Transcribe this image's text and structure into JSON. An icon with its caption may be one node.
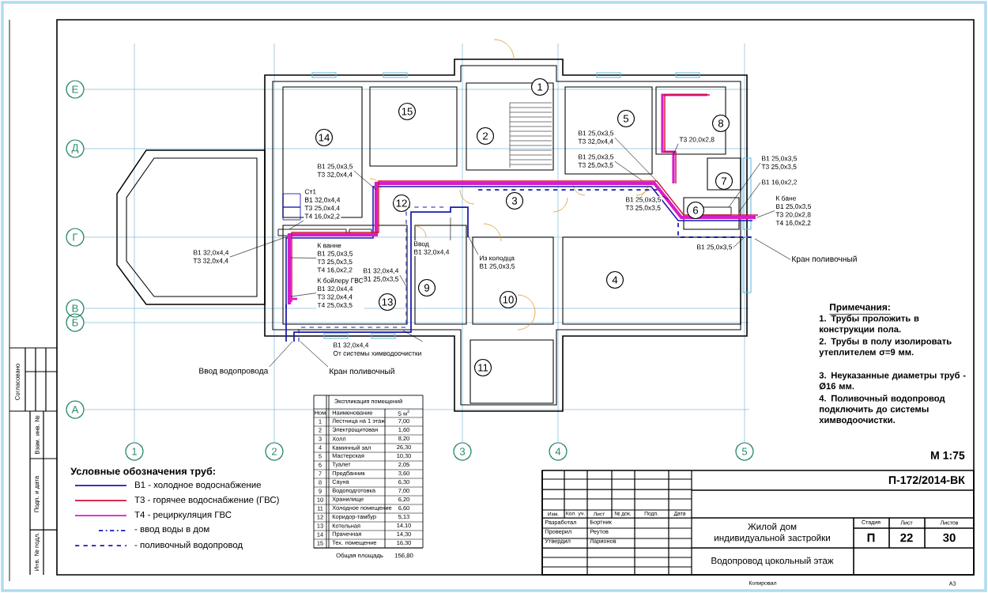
{
  "diagram": {
    "nodes": [
      {
        "text": [
          "Е"
        ]
      },
      {
        "text": [
          "Д"
        ]
      },
      {
        "text": [
          "Г"
        ]
      },
      {
        "text": [
          "В"
        ]
      },
      {
        "text": [
          "Б"
        ]
      },
      {
        "text": [
          "А"
        ]
      },
      {
        "text": [
          "1"
        ]
      },
      {
        "text": [
          "2"
        ]
      },
      {
        "text": [
          "3"
        ]
      },
      {
        "text": [
          "4"
        ]
      },
      {
        "text": [
          "5"
        ]
      },
      {
        "text": [
          "1"
        ]
      },
      {
        "text": [
          "2"
        ]
      },
      {
        "text": [
          "3"
        ]
      },
      {
        "text": [
          "4"
        ]
      },
      {
        "text": [
          "5"
        ]
      },
      {
        "text": [
          "6"
        ]
      },
      {
        "text": [
          "7"
        ]
      },
      {
        "text": [
          "8"
        ]
      },
      {
        "text": [
          "9"
        ]
      },
      {
        "text": [
          "10"
        ]
      },
      {
        "text": [
          "11"
        ]
      },
      {
        "text": [
          "12"
        ]
      },
      {
        "text": [
          "13"
        ]
      },
      {
        "text": [
          "14"
        ]
      },
      {
        "text": [
          "15"
        ]
      },
      {
        "text": [
          "Ст1",
          "В1 32,0х4,4",
          "Т3 25,0х4,4",
          "Т4 16,0х2,2"
        ]
      },
      {
        "text": [
          "В1 25,0х3,5",
          "Т3 32,0х4,4"
        ]
      },
      {
        "text": [
          "В1 32,0х4,4",
          "Т3 32,0х4,4"
        ]
      },
      {
        "text": [
          "К ванне",
          "В1 25,0х3,5",
          "Т3 25,0х3,5",
          "Т4 16,0х2,2"
        ]
      },
      {
        "text": [
          "В1 32,0х4,4",
          "В1 25,0х3,5"
        ]
      },
      {
        "text": [
          "К бойлеру ГВС",
          "В1 32,0х4,4",
          "Т3 32,0х4,4",
          "Т4 25,0х3,5"
        ]
      },
      {
        "text": [
          "Ввод",
          "В1 32,0х4,4"
        ]
      },
      {
        "text": [
          "В1 32,0х4,4",
          "От системы химводоочистки"
        ]
      },
      {
        "text": [
          "Из колодца",
          "В1 25,0х3,5"
        ]
      },
      {
        "text": [
          "В1 25,0х3,5",
          "Т3 32,0х4,4"
        ]
      },
      {
        "text": [
          "В1 25,0х3,5",
          "Т3 25,0х3,5"
        ]
      },
      {
        "text": [
          "В1 25,0х3,5",
          "Т3 25,0х3,5"
        ]
      },
      {
        "text": [
          "Т3 20,0х2,8"
        ]
      },
      {
        "text": [
          "В1 25,0х3,5",
          "Т3 25,0х3,5"
        ]
      },
      {
        "text": [
          "В1 16,0х2,2"
        ]
      },
      {
        "text": [
          "К бане",
          "В1 25,0х3,5",
          "Т3 20,0х2,8",
          "Т4 16,0х2,2"
        ]
      },
      {
        "text": [
          "В1 25,0х3,5"
        ]
      },
      {
        "text": [
          "Кран поливочный"
        ]
      },
      {
        "text": [
          "Кран поливочный"
        ]
      },
      {
        "text": [
          "Ввод водопровода"
        ]
      }
    ],
    "edges": [
      {
        "from": 26,
        "to": null,
        "arrow": "none"
      },
      {
        "from": 27,
        "to": null,
        "arrow": "none"
      },
      {
        "from": 28,
        "to": null,
        "arrow": "none"
      },
      {
        "from": 29,
        "to": null,
        "arrow": "none"
      },
      {
        "from": 30,
        "to": null,
        "arrow": "none"
      },
      {
        "from": 31,
        "to": null,
        "arrow": "none"
      },
      {
        "from": 32,
        "to": null,
        "arrow": "none"
      },
      {
        "from": 33,
        "to": null,
        "arrow": "none"
      },
      {
        "from": 34,
        "to": null,
        "arrow": "none"
      },
      {
        "from": 35,
        "to": null,
        "arrow": "none"
      },
      {
        "from": 36,
        "to": null,
        "arrow": "none"
      },
      {
        "from": 37,
        "to": null,
        "arrow": "none"
      },
      {
        "from": 38,
        "to": null,
        "arrow": "none"
      },
      {
        "from": 39,
        "to": null,
        "arrow": "none"
      },
      {
        "from": 40,
        "to": null,
        "arrow": "none"
      },
      {
        "from": 41,
        "to": null,
        "arrow": "none"
      },
      {
        "from": 42,
        "to": null,
        "arrow": "none"
      },
      {
        "from": 43,
        "to": null,
        "arrow": "none"
      },
      {
        "from": 44,
        "to": null,
        "arrow": "none"
      },
      {
        "from": 45,
        "to": null,
        "arrow": "none"
      }
    ],
    "labels": [
      "Примечания:",
      "1. Трубы проложить в конструкции пола.",
      "2. Трубы в полу изолировать утеплителем σ=9 мм.",
      "3. Неуказанные диаметры труб - Ø16 мм.",
      "4. Поливочный водопровод подключить до системы химводоочистки.",
      "М 1:75",
      "Условные обозначения труб:",
      "Экспликация помещений",
      "Ном",
      "Наименование",
      "S м$^{2}$",
      "1",
      "Лестница на 1 этаж",
      "7,00",
      "2",
      "Электрощитовая",
      "1,60",
      "3",
      "Холл",
      "8,20",
      "4",
      "Каминный зал",
      "26,30",
      "5",
      "Мастерская",
      "10,30",
      "6",
      "Туалет",
      "2,05",
      "7",
      "Предбанник",
      "3,60",
      "8",
      "Сауна",
      "6,30",
      "9",
      "Водоподготовка",
      "7,00",
      "10",
      "Хранилище",
      "6,20",
      "11",
      "Холодное помещение",
      "6,60",
      "12",
      "Коридор-тамбур",
      "5,13",
      "13",
      "Котельная",
      "14,10",
      "14",
      "Прачечная",
      "14,30",
      "15",
      "Тех. помещение",
      "16,30",
      "Общая площадь",
      "156,80",
      "П-172/2014-ВК",
      "Изм.",
      "Кол. уч.",
      "Лист",
      "№ док.",
      "Подп.",
      "Дата",
      "Разработал",
      "Бортник",
      "Проверил",
      "Реутов",
      "Утвердил",
      "Ларионов",
      "Жилой дом индивидуальной застройки",
      "Стадия",
      "Лист",
      "Листов",
      "П",
      "22",
      "30",
      "Водопровод цокольный этаж",
      "Копировал",
      "А3",
      "Согласовано",
      "Взам. инв. №",
      "Подп. и дата",
      "Инв. № подл."
    ],
    "legend": [
      {
        "text": "В1 - холодное водоснабжение"
      },
      {
        "text": "Т3 - горячее водоснабжение (ГВС)"
      },
      {
        "text": "Т4 - рециркуляция ГВС"
      },
      {
        "text": "- ввод воды в дом"
      },
      {
        "text": "- поливочный водопровод"
      }
    ]
  }
}
